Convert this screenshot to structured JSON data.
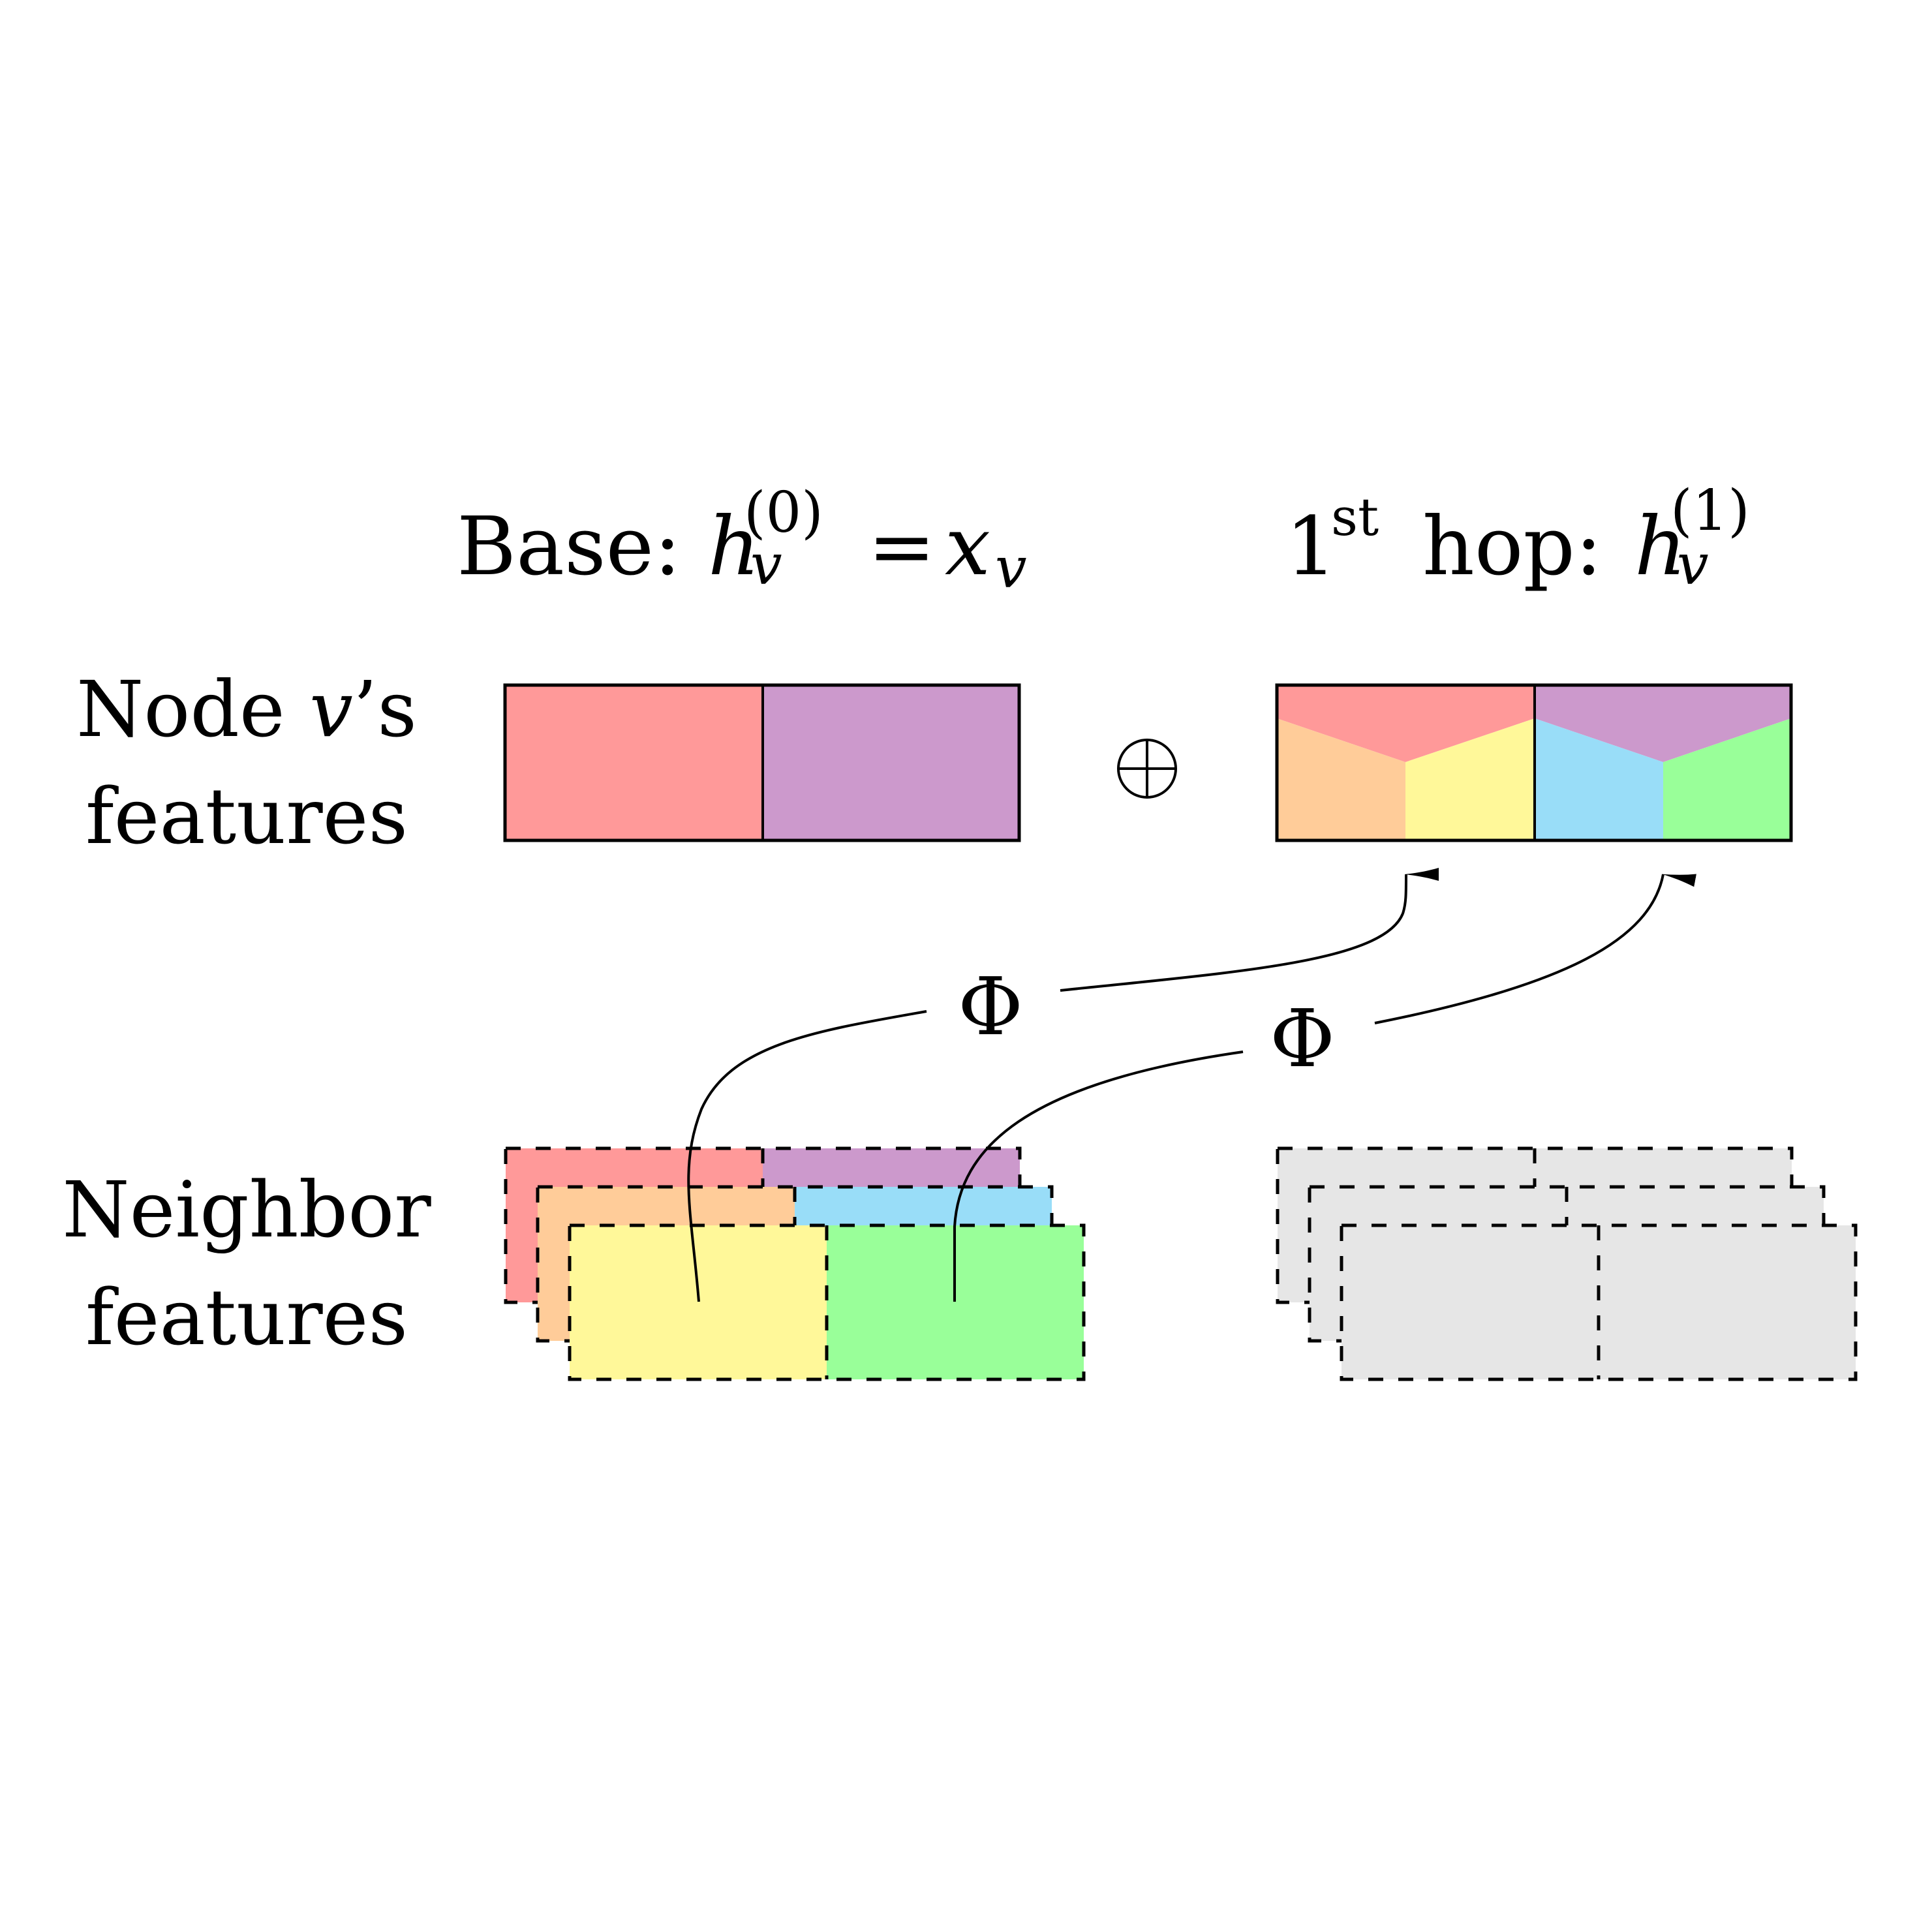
{
  "titles": {
    "base": {
      "prefix": "Base:",
      "var": "h",
      "sub": "v",
      "sup": "(0)",
      "eq": "=",
      "rhs": "x",
      "rhs_sub": "v"
    },
    "hop": {
      "num": "1",
      "ord": "st",
      "word": "hop:",
      "var": "h",
      "sub": "v",
      "sup": "(1)"
    }
  },
  "row_labels": {
    "node": {
      "line1_a": "Node ",
      "line1_var": "v",
      "line1_b": "’s",
      "line2": "features"
    },
    "neighbor": {
      "line1": "Neighbor",
      "line2": "features"
    }
  },
  "operator_symbol": "⊕",
  "aggregator_symbol": "Φ",
  "colors": {
    "red": "#ff9999",
    "purple": "#cc99cc",
    "orange": "#ffcc99",
    "yellow": "#fff899",
    "blue": "#99ddf8",
    "green": "#99ff99",
    "gray": "#e6e6e6",
    "stroke": "#000000"
  },
  "node_features": {
    "base_cells": [
      "red",
      "purple"
    ],
    "hop_cells": [
      {
        "top": "red",
        "bottom_left": "orange",
        "bottom_right": "yellow"
      },
      {
        "top": "purple",
        "bottom_left": "blue",
        "bottom_right": "green"
      }
    ]
  },
  "neighbor_features": {
    "colored_stack": [
      [
        "red",
        "purple"
      ],
      [
        "orange",
        "blue"
      ],
      [
        "yellow",
        "green"
      ]
    ],
    "gray_stack": [
      [
        "gray",
        "gray"
      ],
      [
        "gray",
        "gray"
      ],
      [
        "gray",
        "gray"
      ]
    ]
  }
}
